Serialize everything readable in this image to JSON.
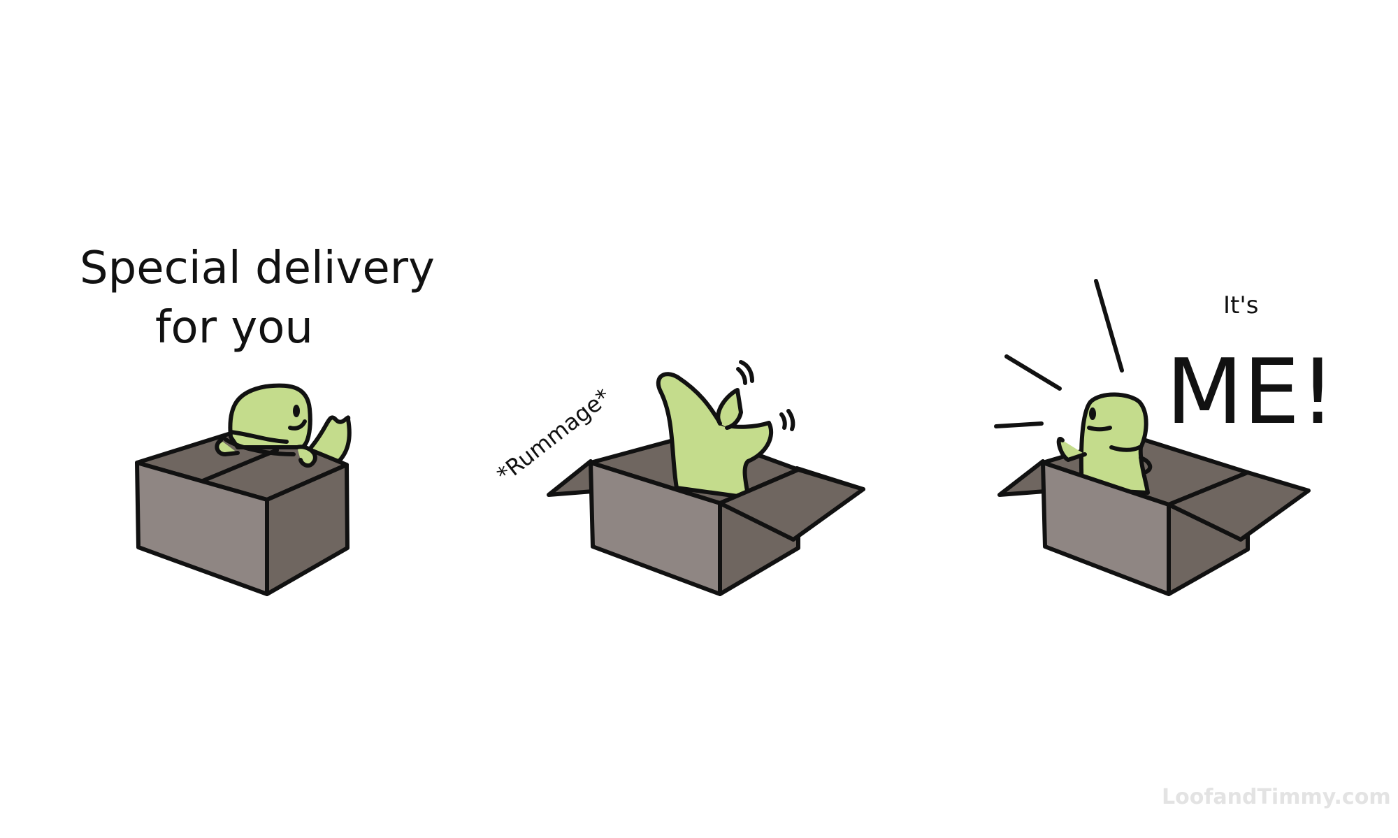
{
  "panels": [
    {
      "caption_lines": [
        "Special delivery",
        "for you"
      ]
    },
    {
      "sound_effect": "*Rummage*"
    },
    {
      "caption_small": "It's",
      "caption_big": "ME!"
    }
  ],
  "watermark": "LoofandTimmy.com",
  "colors": {
    "dino_green": "#c4dc8c",
    "box_front": "#8f8683",
    "box_side": "#6f6660",
    "ink": "#111111",
    "background": "#ffffff"
  }
}
